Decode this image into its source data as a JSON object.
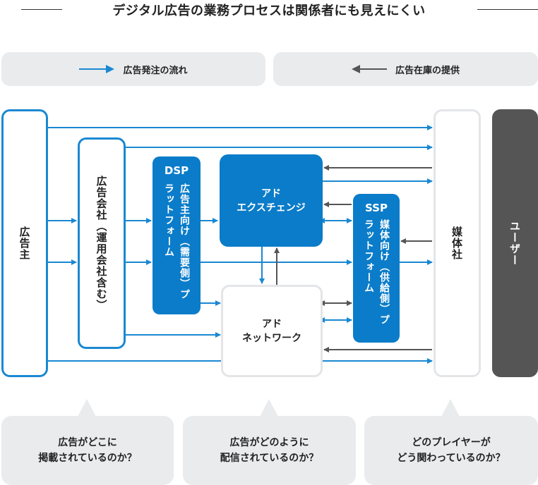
{
  "title": "デジタル広告の業務プロセスは関係者にも見えにくい",
  "legend": {
    "flow": "広告発注の流れ",
    "inventory": "広告在庫の提供"
  },
  "nodes": {
    "advertiser": "広告主",
    "agency": "広告会社（運用会社含む）",
    "dsp_title": "DSP",
    "dsp_desc": "広告主向け（需要側）プラットフォーム",
    "exchange_line1": "アド",
    "exchange_line2": "エクスチェンジ",
    "network_line1": "アド",
    "network_line2": "ネットワーク",
    "ssp_title": "SSP",
    "ssp_desc": "媒体向け（供給側）プラットフォーム",
    "publisher": "媒体社",
    "user": "ユーザー"
  },
  "questions": [
    {
      "line1": "広告がどこに",
      "line2": "掲載されているのか？"
    },
    {
      "line1": "広告がどのように",
      "line2": "配信されているのか？"
    },
    {
      "line1": "どのプレイヤーが",
      "line2": "どう関わっているのか？"
    }
  ],
  "colors": {
    "flow": "#1a88d2",
    "inventory": "#555555",
    "accent": "#0b7cc9"
  }
}
